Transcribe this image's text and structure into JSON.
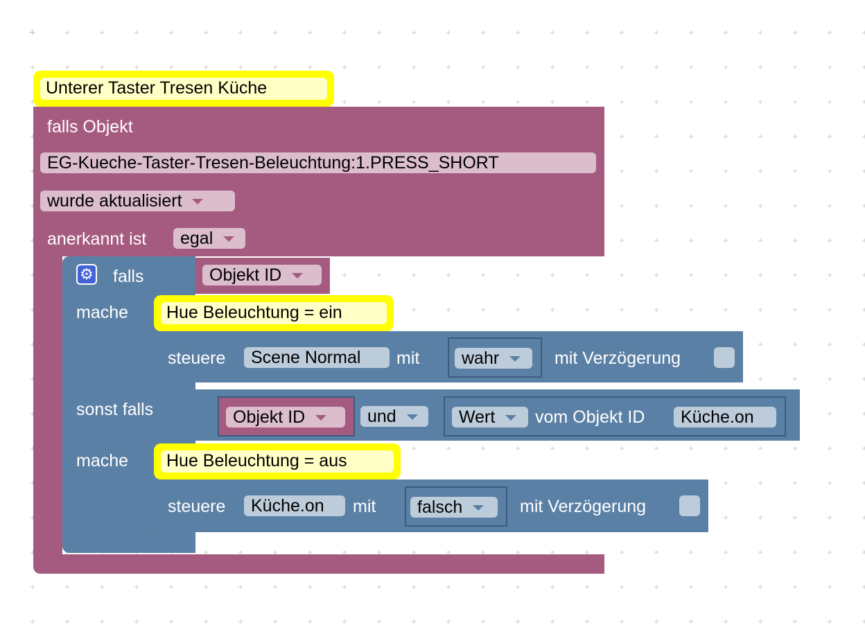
{
  "event_block": {
    "comment": "Unterer Taster Tresen Küche",
    "title": "falls Objekt",
    "object_id": "EG-Kueche-Taster-Tresen-Beleuchtung:1.PRESS_SHORT",
    "condition": "wurde aktualisiert",
    "ack_label": "anerkannt ist",
    "ack_value": "egal",
    "color": "#a55b80"
  },
  "if_block": {
    "gear_icon": "gear-icon",
    "if_label": "falls",
    "if_value": "Objekt ID",
    "do_label_1": "mache",
    "elseif_label": "sonst falls",
    "do_label_2": "mache",
    "color": "#5b80a5"
  },
  "action_1": {
    "comment": "Hue Beleuchtung = ein",
    "control_label": "steuere",
    "target": "Scene Normal",
    "with_label": "mit",
    "value": "wahr",
    "delay_label": "mit Verzögerung"
  },
  "elseif_condition": {
    "left": "Objekt ID",
    "operator": "und",
    "right_prop": "Wert",
    "right_label": "vom Objekt ID",
    "right_object": "Küche.on"
  },
  "action_2": {
    "comment": "Hue Beleuchtung = aus",
    "control_label": "steuere",
    "target": "Küche.on",
    "with_label": "mit",
    "value": "falsch",
    "delay_label": "mit Verzögerung"
  }
}
